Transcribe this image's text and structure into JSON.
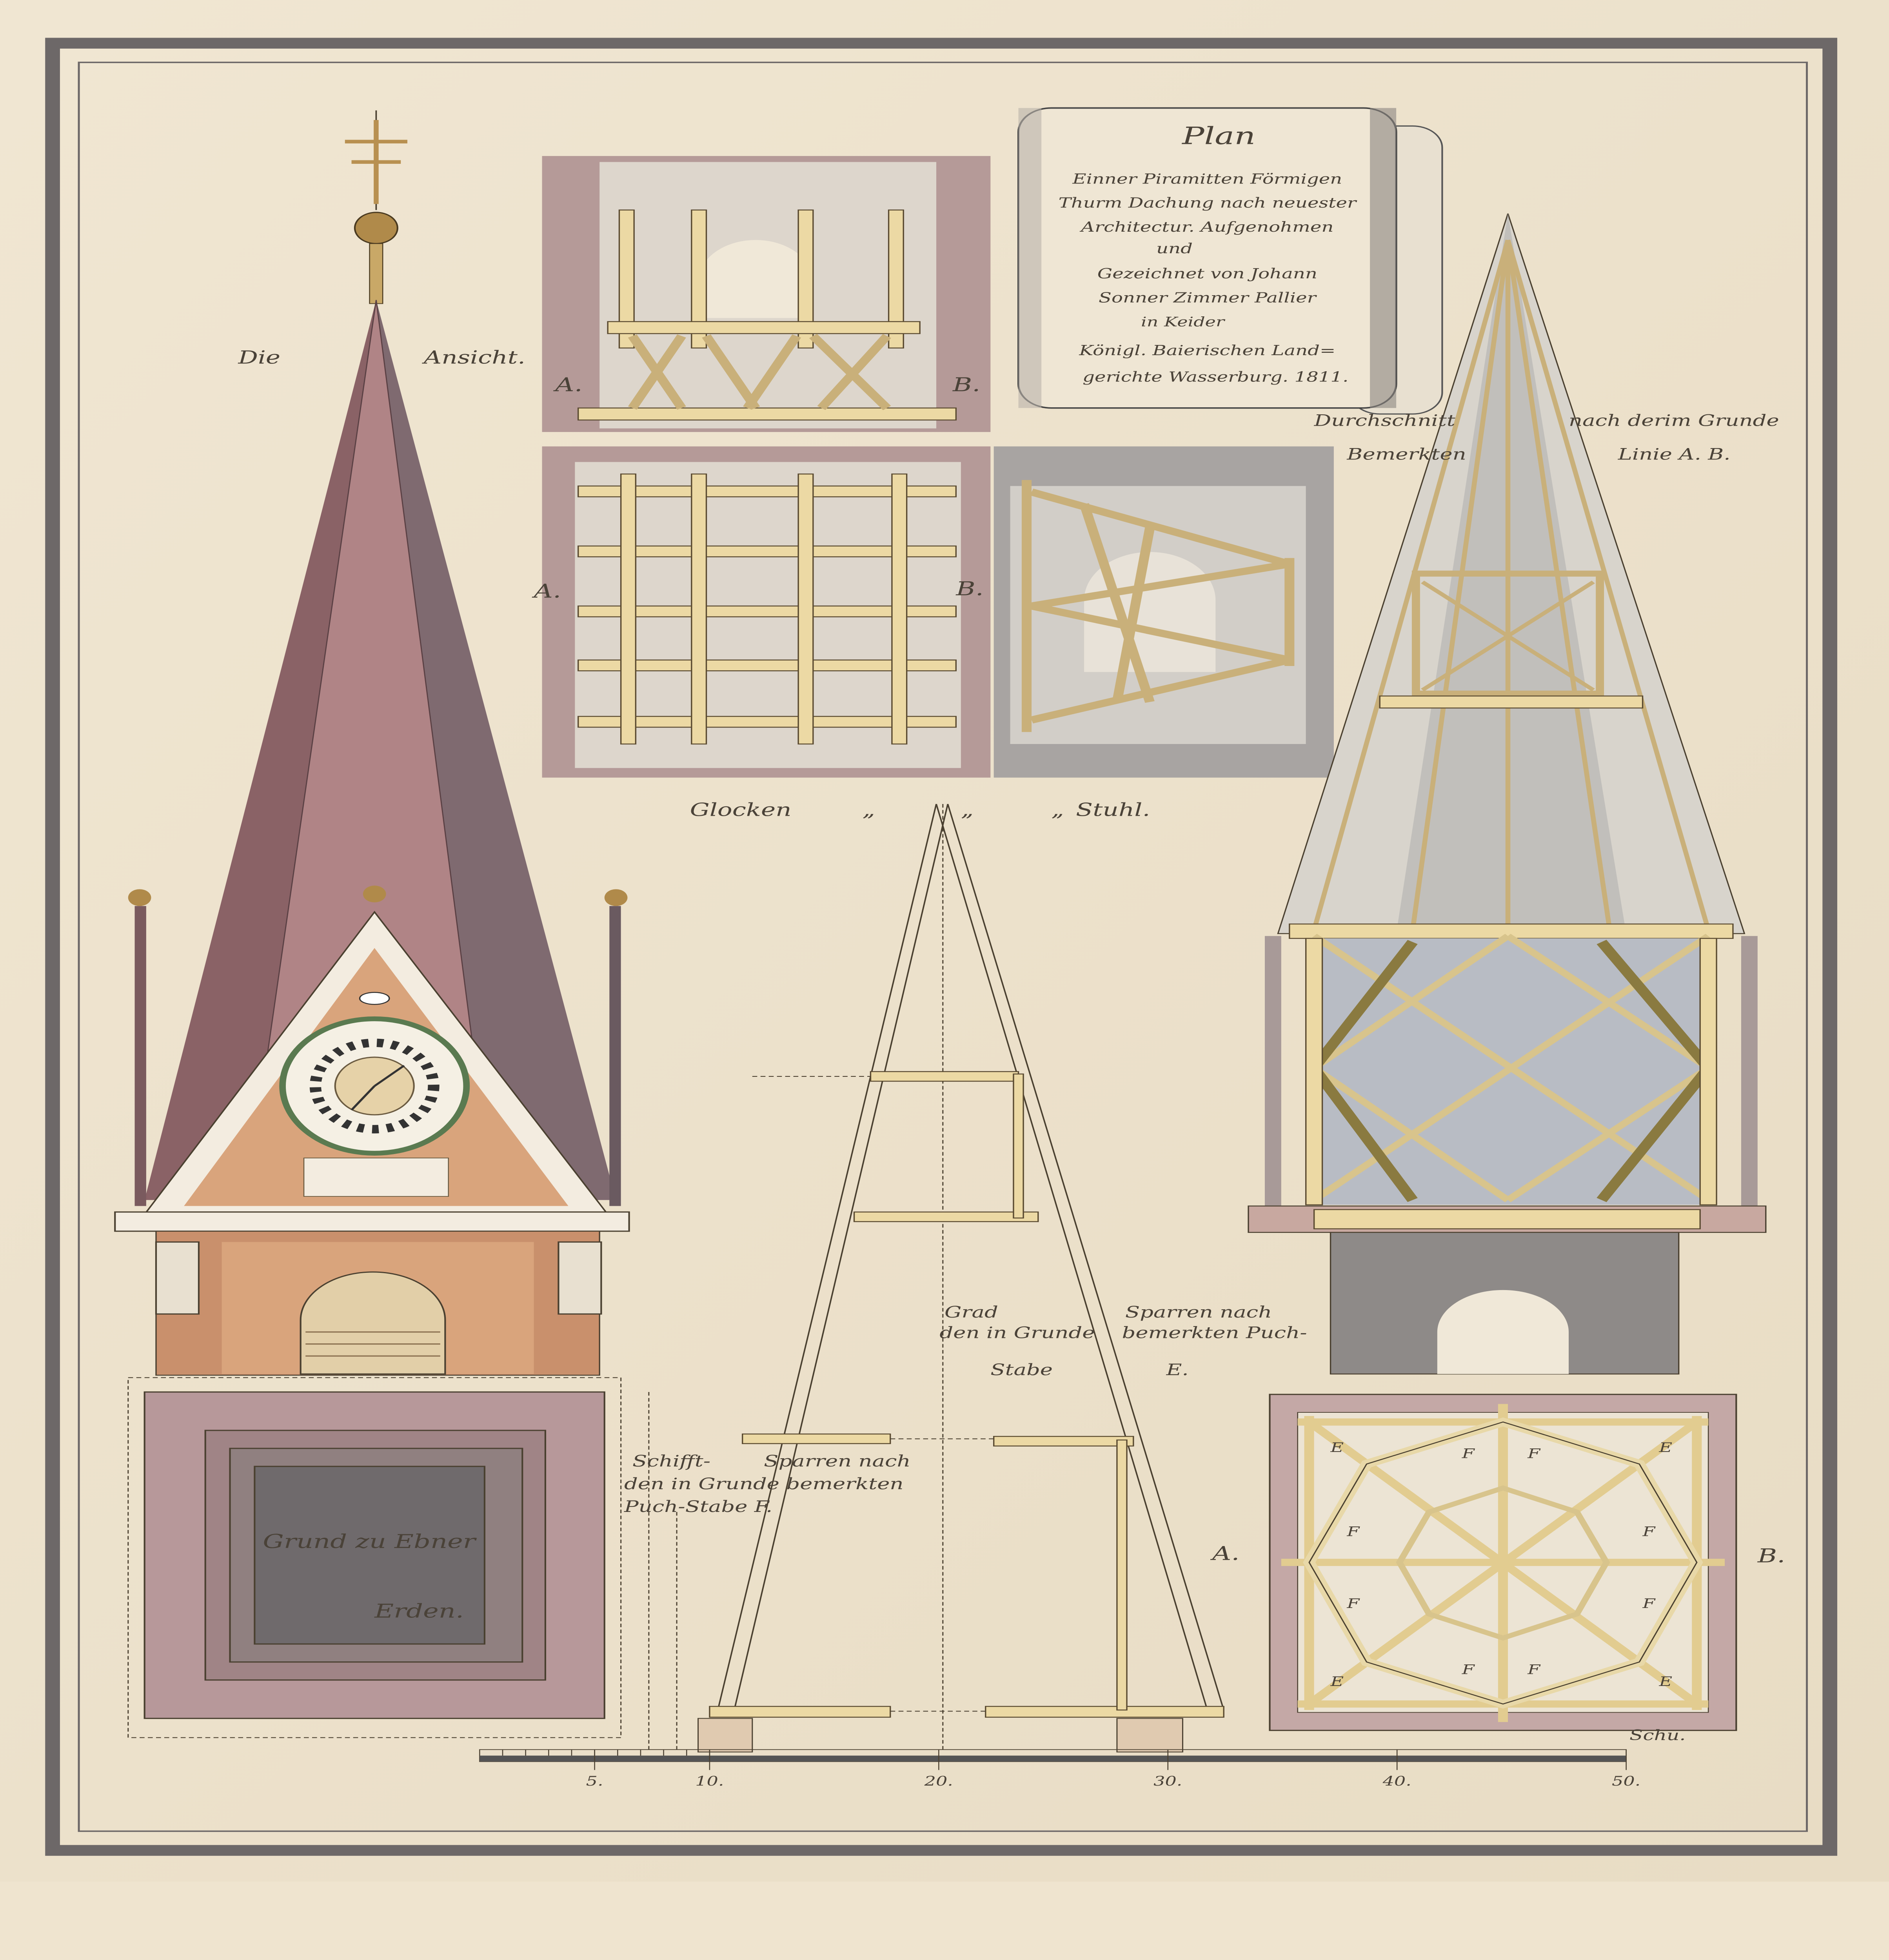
{
  "cartouche": {
    "title": "Plan",
    "lines": [
      "Einner Piramitten Förmigen",
      "Thurm Dachung nach neuester",
      "Architectur. Aufgenohmen",
      "und",
      "Gezeichnet von Johann",
      "Sonner Zimmer Pallier",
      "in Keider",
      "Königl. Baierischen Land=",
      "gerichte Wasserburg. 1811."
    ]
  },
  "labels": {
    "die": "Die",
    "ansicht": "Ansicht.",
    "glocken": "Glocken",
    "stuhl": "Stuhl.",
    "ditto": "„",
    "a": "A.",
    "b": "B.",
    "durchschnitt_1": "Durchschnitt",
    "durchschnitt_2": "nach derim Grunde",
    "durchschnitt_3": "Bemerkten",
    "durchschnitt_4": "Linie A. B.",
    "grad_1": "Grad",
    "grad_2": "den in Grunde",
    "grad_3": "Stabe",
    "grad_4": "Sparren nach",
    "grad_5": "bemerkten Puch-",
    "grad_6": "E.",
    "schifft_1": "Schifft-",
    "schifft_2": "Sparren nach",
    "schifft_3": "den in Grunde bemerkten",
    "schifft_4": "Puch-Stabe F.",
    "grund_1": "Grund zu Ebner",
    "grund_2": "Erden.",
    "letter_e": "E",
    "letter_f": "F"
  },
  "scale": {
    "unit": "Schu.",
    "ticks": [
      "5.",
      "10.",
      "20.",
      "30.",
      "40.",
      "50."
    ],
    "tick_values": [
      5,
      10,
      20,
      30,
      40,
      50
    ]
  },
  "colors": {
    "paper": "#efe4cf",
    "roof": "#a8787a",
    "wood": "#ecd9a4",
    "brick": "#d9a47c",
    "stone": "#8e8a88",
    "ink": "#4a4238"
  }
}
